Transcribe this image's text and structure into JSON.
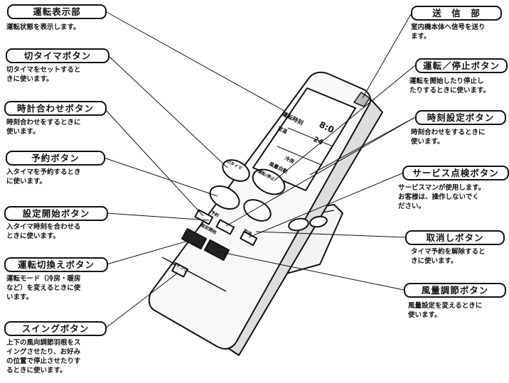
{
  "remote": {
    "screen_lines": [
      "運転時刻",
      "8:0",
      "室温",
      "24",
      "冷房",
      "風量自動"
    ],
    "btn_timer_off": "切タイマ",
    "btn_run": "運転/停止",
    "btn_reserve": "予約",
    "btn_set_start": "設定開始",
    "btn_cancel": "取消",
    "btn_swing": "スイング"
  },
  "labels": [
    {
      "title": "運転表示部",
      "desc": "運転状態を表示します。"
    },
    {
      "title": "切タイマボタン",
      "desc": "切タイマをセットすると\nきに使います。"
    },
    {
      "title": "時計合わせボタン",
      "desc": "時刻合わせをするときに\n使います。"
    },
    {
      "title": "予約ボタン",
      "desc": "入タイマを予約するとき\nに使います。"
    },
    {
      "title": "設定開始ボタン",
      "desc": "入タイマ時刻を合わせる\nときに使います。"
    },
    {
      "title": "運転切換えボタン",
      "desc": "運転モード（冷房・暖房\nなど）を変えるときに使\nいます。"
    },
    {
      "title": "スイングボタン",
      "desc": "上下の風向調節羽根をス\nイングさせたり、お好み\nの位置で停止させたりす\nるときに使います。"
    },
    {
      "title": "送　信　部",
      "desc": "室内機本体へ信号を送り\nます。"
    },
    {
      "title": "運転／停止ボタン",
      "desc": "運転を開始したり停止し\nたりするときに使います。"
    },
    {
      "title": "時刻設定ボタン",
      "desc": "時刻合わせをするときに\n使います。"
    },
    {
      "title": "サービス点検ボタン",
      "desc": "サービスマンが使用します。\nお客様は、操作しないでく\nださい。"
    },
    {
      "title": "取消しボタン",
      "desc": "タイマ予約を解除すると\nきに使います。"
    },
    {
      "title": "風量調節ボタン",
      "desc": "風量設定を変えるときに\n使います。"
    }
  ]
}
